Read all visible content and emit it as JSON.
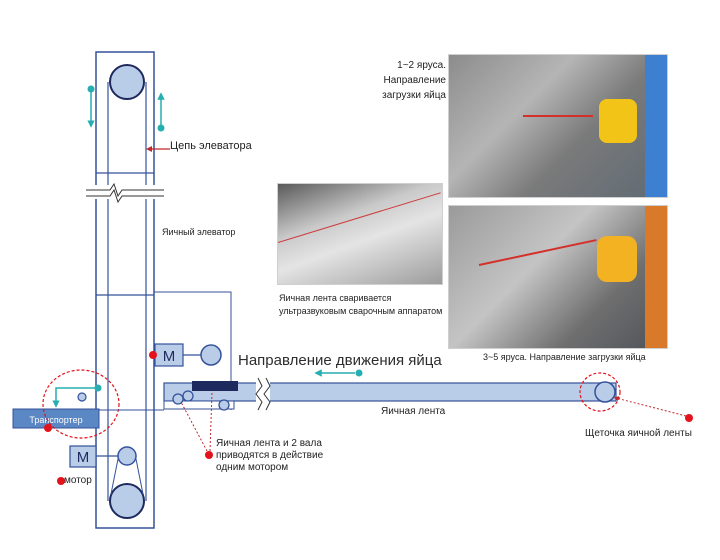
{
  "labels": {
    "elevator_chain": "Цепь элеватора",
    "egg_elevator": "Яичный элеватор",
    "tier_1_2": [
      "1~2 яруса.",
      "Направление",
      "загрузки яйца"
    ],
    "welded_belt": [
      "Яичная лента сваривается",
      "ультразвуковым сварочным аппаратом"
    ],
    "tier_3_5": "3~5 яруса.  Направление загрузки яйца",
    "egg_direction": "Направление движения яйца",
    "transporter": "Транспортер",
    "egg_belt": "Яичная лента",
    "belt_brush": "Щеточка яичной ленты",
    "belt_drive": [
      "Яичная лента и 2 вала",
      "приводятся в действие",
      "одним мотором"
    ],
    "motor": "мотор",
    "motor_symbol": "M"
  },
  "colors": {
    "line_blue": "#34529a",
    "fill_blue": "#b9cde8",
    "dark_blue": "#1e2a5e",
    "teal": "#26aeb0",
    "red_dot": "#e3121b",
    "red_line": "#c2282e"
  },
  "icons": [
    "motor-symbol",
    "teal-arrow",
    "red-marker-dot",
    "photo-placeholder"
  ]
}
